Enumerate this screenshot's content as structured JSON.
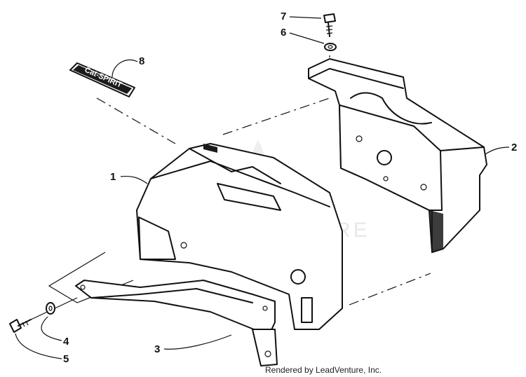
{
  "diagram": {
    "callouts": [
      {
        "id": "1",
        "label": "1"
      },
      {
        "id": "2",
        "label": "2"
      },
      {
        "id": "3",
        "label": "3"
      },
      {
        "id": "4",
        "label": "4"
      },
      {
        "id": "5",
        "label": "5"
      },
      {
        "id": "6",
        "label": "6"
      },
      {
        "id": "7",
        "label": "7"
      },
      {
        "id": "8",
        "label": "8"
      }
    ],
    "decal_text": "Cat-SPIRIT",
    "watermark_text": "LEADVENTURE"
  },
  "footer": {
    "credit": "Rendered by LeadVenture, Inc."
  }
}
